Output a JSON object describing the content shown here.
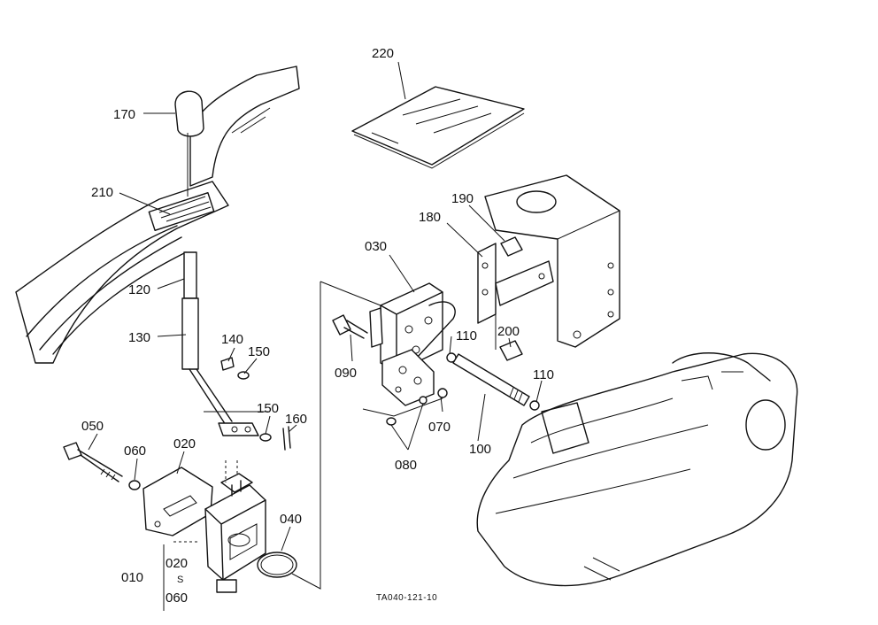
{
  "callouts": {
    "c170": "170",
    "c210": "210",
    "c120": "120",
    "c130": "130",
    "c140": "140",
    "c150a": "150",
    "c150b": "150",
    "c160": "160",
    "c050": "050",
    "c060": "060",
    "c020": "020",
    "c040": "040",
    "c010": "010",
    "c020b": "020",
    "c060b": "060",
    "range_sep": "S",
    "c220": "220",
    "c190": "190",
    "c180": "180",
    "c030": "030",
    "c110a": "110",
    "c200": "200",
    "c090": "090",
    "c110b": "110",
    "c070": "070",
    "c080": "080",
    "c100": "100"
  },
  "drawing_ref": "TA040-121-10"
}
